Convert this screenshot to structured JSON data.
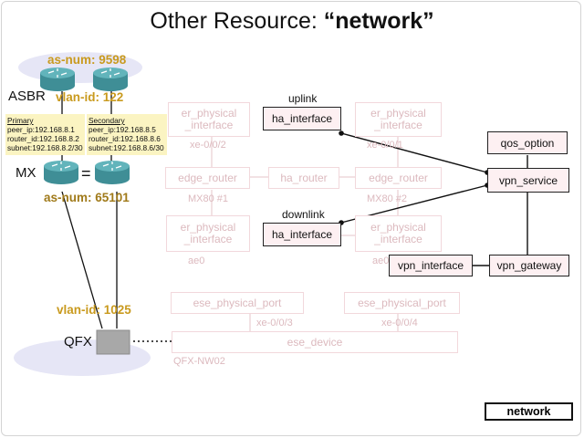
{
  "title": {
    "prefix": "Other Resource: ",
    "quoted": "“network”"
  },
  "labels": {
    "as_num_top": "as-num: 9598",
    "asbr": "ASBR",
    "vlan_122": "vlan-id: 122",
    "mx": "MX",
    "equals": "=",
    "as_num_bottom": "as-num: 65101",
    "vlan_1025": "vlan-id: 1025",
    "qfx": "QFX",
    "uplink": "uplink",
    "downlink": "downlink",
    "qfx_nw02": "QFX-NW02",
    "mx80_1": "MX80 #1",
    "mx80_2": "MX80 #2",
    "xe_0_0_2": "xe-0/0/2",
    "xe_0_0_1": "xe-0/0/1",
    "ae0_left": "ae0",
    "ae0_right": "ae0",
    "xe_0_0_3": "xe-0/0/3",
    "xe_0_0_4": "xe-0/0/4"
  },
  "primary": {
    "heading": "Primary",
    "peer_ip": "peer_ip:192.168.8.1",
    "router_id": "router_id:192.168.8.2",
    "subnet": "subnet:192.168.8.2/30"
  },
  "secondary": {
    "heading": "Secondary",
    "peer_ip": "peer_ip:192.168.8.5",
    "router_id": "router_id:192.168.8.6",
    "subnet": "subnet:192.168.8.6/30"
  },
  "faint_boxes": {
    "er_physical_tl": "er_physical _interface",
    "er_physical_tr": "er_physical _interface",
    "edge_router_l": "edge_router",
    "ha_router": "ha_router",
    "edge_router_r": "edge_router",
    "er_physical_ml": "er_physical _interface",
    "er_physical_mr": "er_physical _interface",
    "ese_port_l": "ese_physical_port",
    "ese_port_r": "ese_physical_port",
    "ese_device": "ese_device"
  },
  "boxes": {
    "ha_interface_up": "ha_interface",
    "ha_interface_down": "ha_interface",
    "qos_option": "qos_option",
    "vpn_service": "vpn_service",
    "vpn_interface": "vpn_interface",
    "vpn_gateway": "vpn_gateway"
  },
  "legend": "network",
  "colors": {
    "router_fill": "#3f8e96",
    "router_top": "#5fb2ba",
    "gold_text": "#a07a1a",
    "note_bg": "#fbf4c2",
    "highlight_box": "#fdf0f2",
    "faint": "#dcb9be"
  },
  "icons": [
    "router-icon",
    "switch-icon",
    "cloud-ellipse"
  ]
}
